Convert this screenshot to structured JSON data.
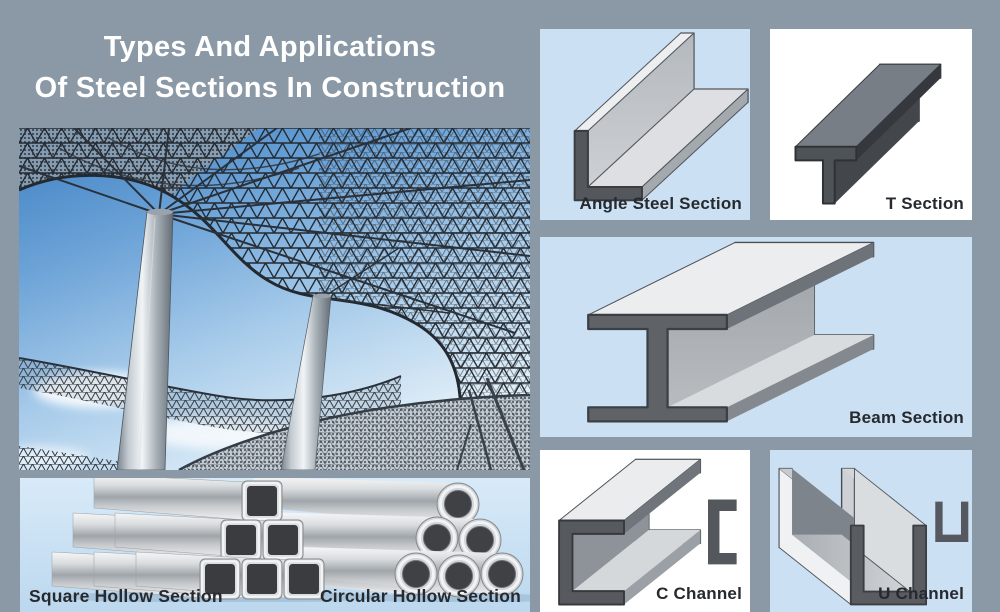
{
  "title": {
    "line1": "Types And Applications",
    "line2": "Of Steel Sections In Construction"
  },
  "sections": {
    "angle": "Angle Steel Section",
    "t": "T Section",
    "beam": "Beam Section",
    "c": "C Channel",
    "u": "U Channel",
    "square_hollow": "Square Hollow Section",
    "circular_hollow": "Circular Hollow Section"
  },
  "photo": {
    "description": "Low-angle photo of a triangulated steel lattice canopy supported by cylindrical steel columns against a blue sky"
  },
  "colors": {
    "background": "#8B99A6",
    "panel_blue": "#CBE0F2",
    "panel_white": "#FFFFFF",
    "label_text": "#26292E",
    "title_text": "#FFFFFF"
  }
}
